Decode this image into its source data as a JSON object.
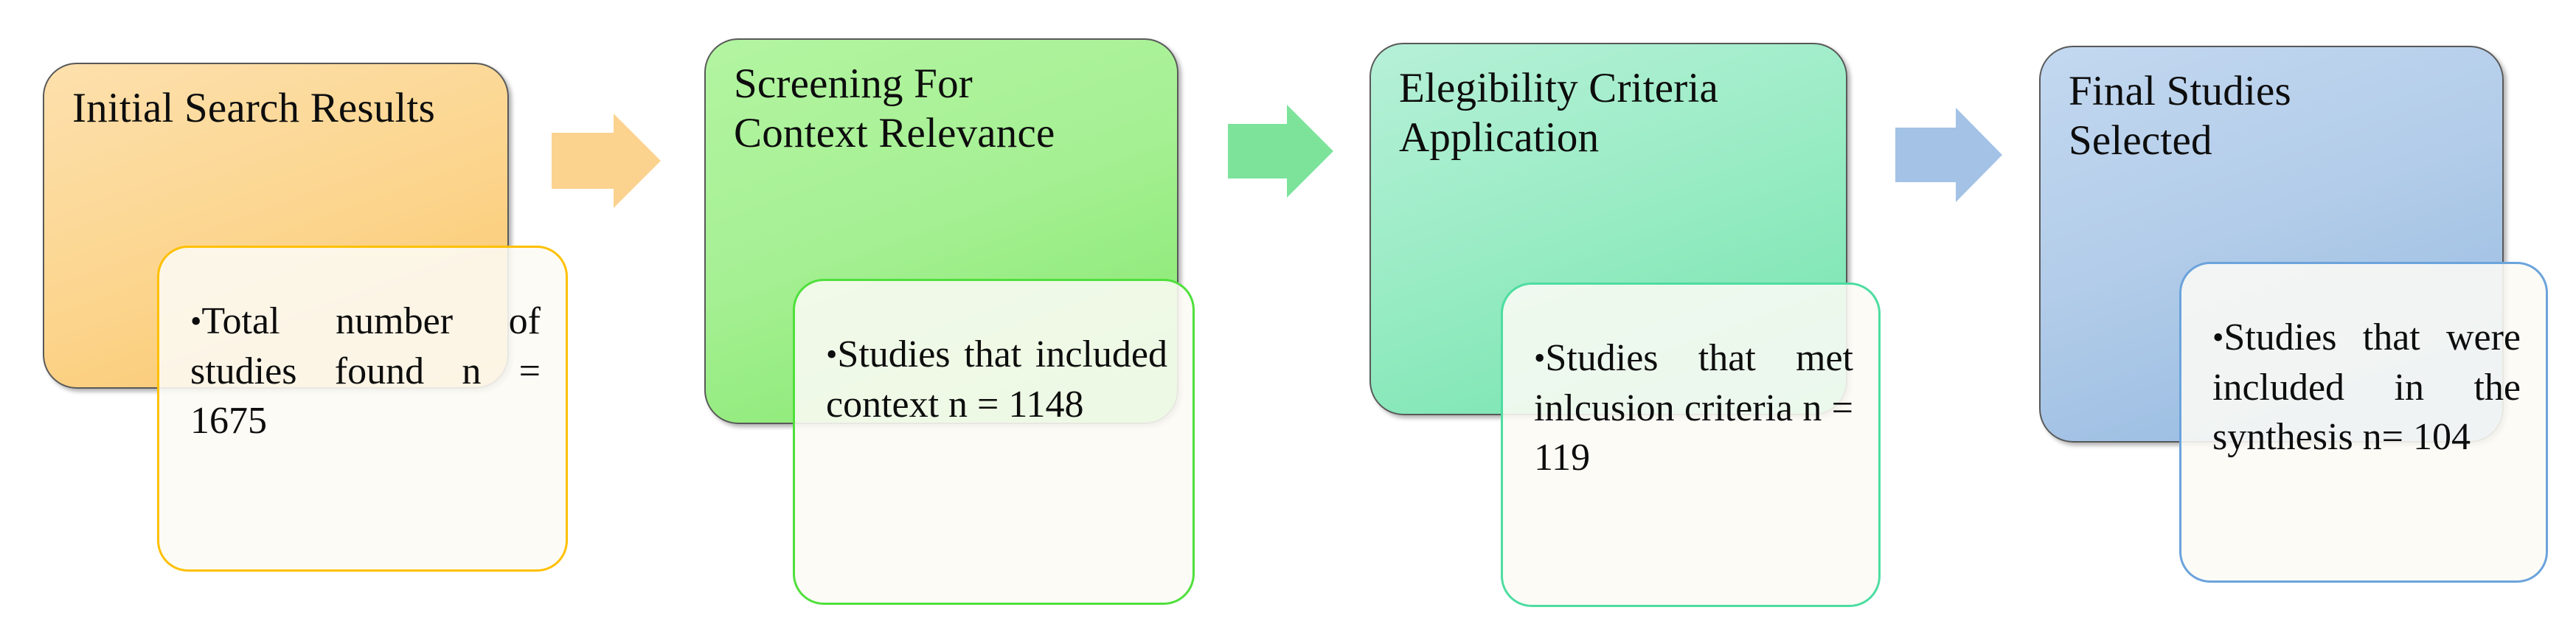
{
  "diagram": {
    "type": "prisma-study-selection-flow",
    "orientation": "left-to-right",
    "stage_count": 4,
    "stages": [
      {
        "id": "initial-search-results",
        "title": "Initial Search Results",
        "panel_color": "#fcd690",
        "callout_border_color": "#ffc000",
        "callout_bullet": "•",
        "callout_text": "Total number of studies found n = 1675",
        "count_label": "n = 1675",
        "count_value": 1675
      },
      {
        "id": "screening-for-context-relevance",
        "title": "Screening For\nContext Relevance",
        "panel_color": "#a6f094",
        "callout_border_color": "#4fe03c",
        "callout_bullet": "•",
        "callout_text": "Studies that included context n = 1148",
        "count_label": "n = 1148",
        "count_value": 1148
      },
      {
        "id": "elegibility-criteria-application",
        "title": "Elegibility Criteria\nApplication",
        "panel_color": "#9aecc5",
        "callout_border_color": "#4ddda1",
        "callout_bullet": "•",
        "callout_text": "Studies that met inlcusion criteria n = 119",
        "count_label": "n = 119",
        "count_value": 119
      },
      {
        "id": "final-studies-selected",
        "title": "Final Studies\nSelected",
        "panel_color": "#b2cce9",
        "callout_border_color": "#6ba3dc",
        "callout_bullet": "•",
        "callout_text": "Studies that were included in the synthesis n= 104",
        "count_label": "n= 104",
        "count_value": 104
      }
    ],
    "arrows": [
      {
        "id": "arrow-1",
        "icon": "right-block-arrow-icon",
        "color": "#fcd28f",
        "from": "initial-search-results",
        "to": "screening-for-context-relevance"
      },
      {
        "id": "arrow-2",
        "icon": "right-block-arrow-icon",
        "color": "#7de39b",
        "from": "screening-for-context-relevance",
        "to": "elegibility-criteria-application"
      },
      {
        "id": "arrow-3",
        "icon": "right-block-arrow-icon",
        "color": "#a3c2e6",
        "from": "elegibility-criteria-application",
        "to": "final-studies-selected"
      }
    ]
  }
}
